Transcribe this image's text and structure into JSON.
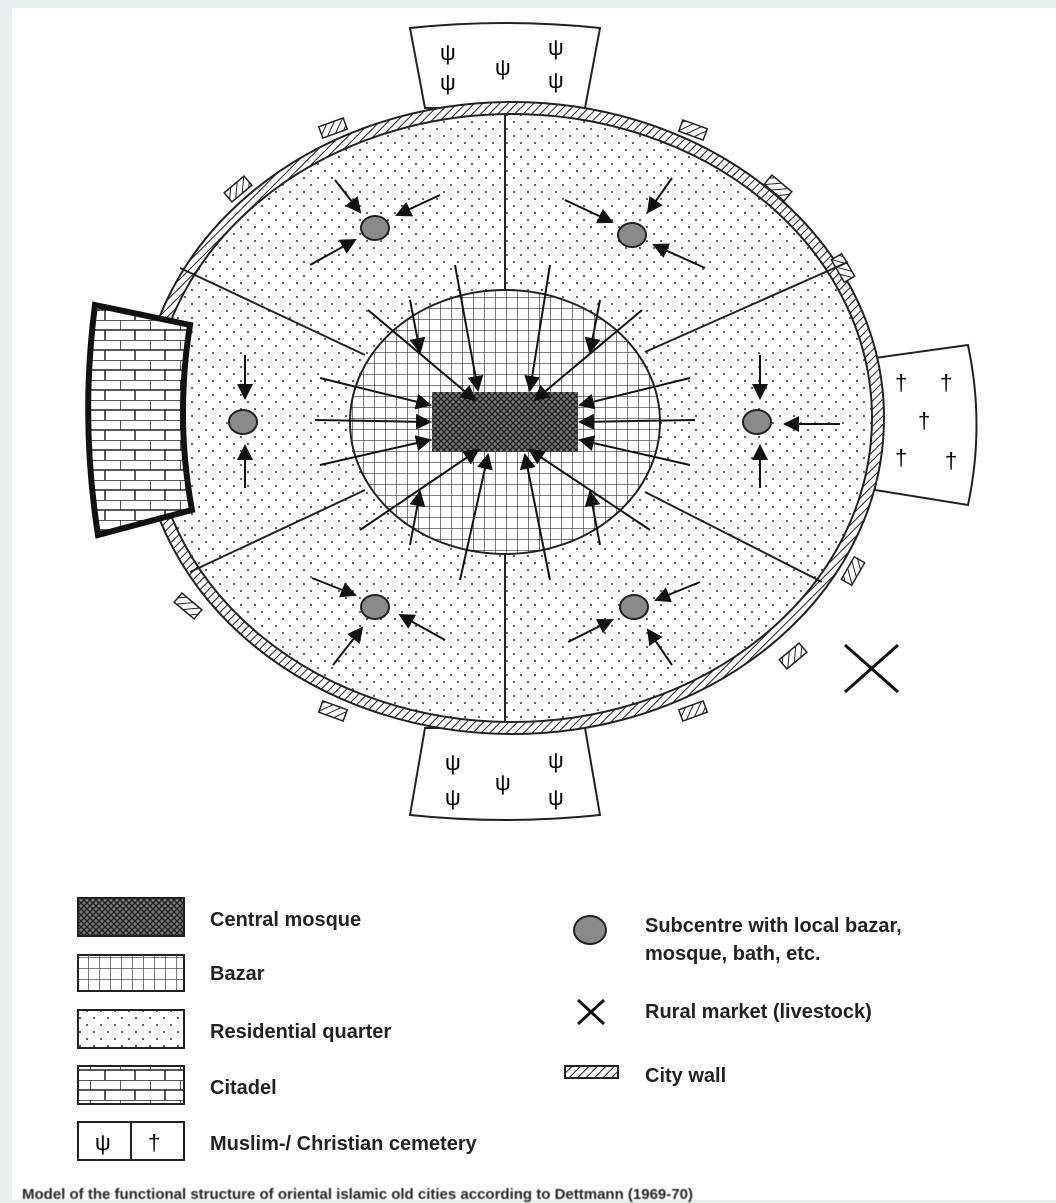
{
  "legend": {
    "central_mosque": "Central mosque",
    "bazar": "Bazar",
    "residential": "Residential quarter",
    "citadel": "Citadel",
    "cemetery": "Muslim-/ Christian cemetery",
    "subcentre_line1": "Subcentre with local bazar,",
    "subcentre_line2": "mosque, bath, etc.",
    "rural_market": "Rural market (livestock)",
    "city_wall": "City wall"
  },
  "caption": "Model of the functional structure of oriental islamic old cities according to Dettmann (1969-70)",
  "colors": {
    "ink": "#222222",
    "subcentre_fill": "#8a8a8a",
    "background": "#ffffff"
  }
}
